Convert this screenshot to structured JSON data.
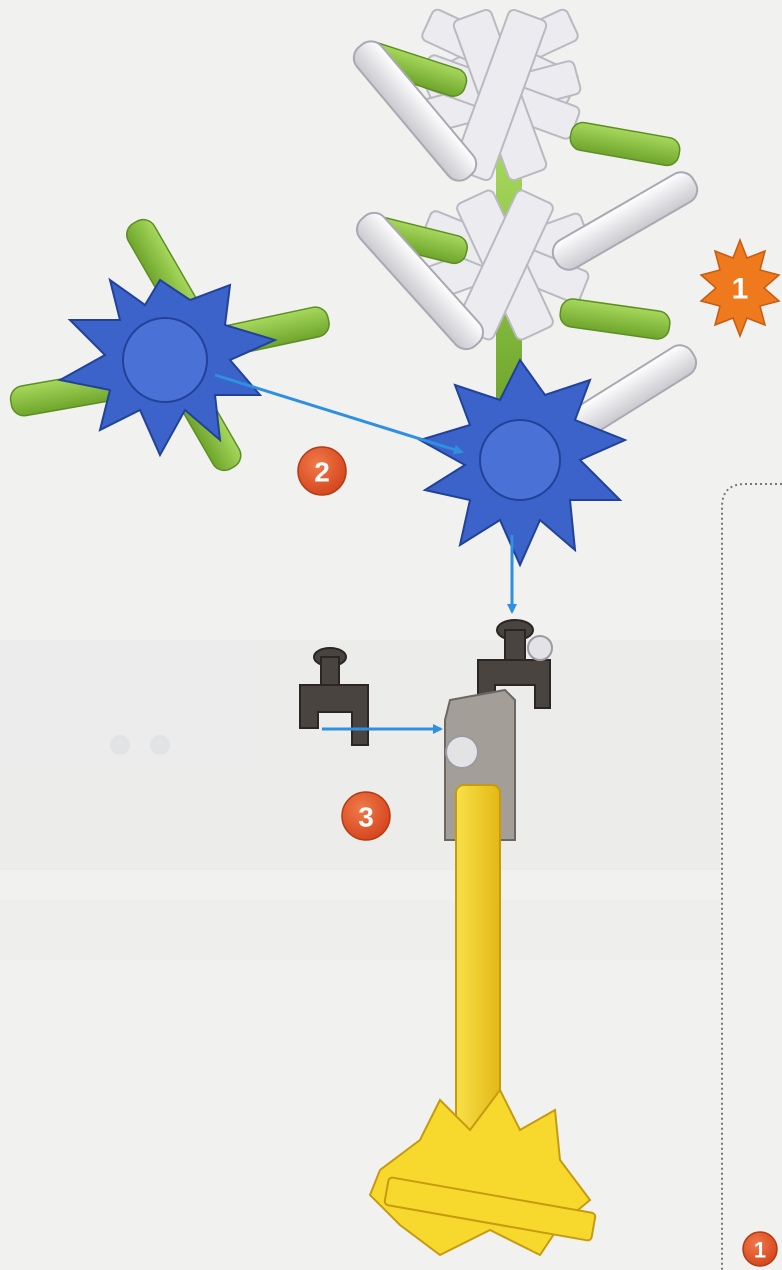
{
  "steps": {
    "step_1": "1",
    "step_2": "2",
    "step_3": "3",
    "panel_step": "1"
  },
  "colors": {
    "background": "#f1f1ef",
    "white_connector": "#e9e9ec",
    "blue_connector": "#3b63c9",
    "green_rod": "#8cc63f",
    "yellow_rod": "#f4d21e",
    "dark_clip": "#4a4440",
    "grey_connector": "#a49e98",
    "arrow": "#2f8fe0",
    "badge": "#e2562a",
    "starburst": "#ef7a1e"
  },
  "icons": {
    "starburst": "starburst-step-icon",
    "badge": "numbered-circle-icon",
    "arrow": "assembly-arrow-icon"
  }
}
